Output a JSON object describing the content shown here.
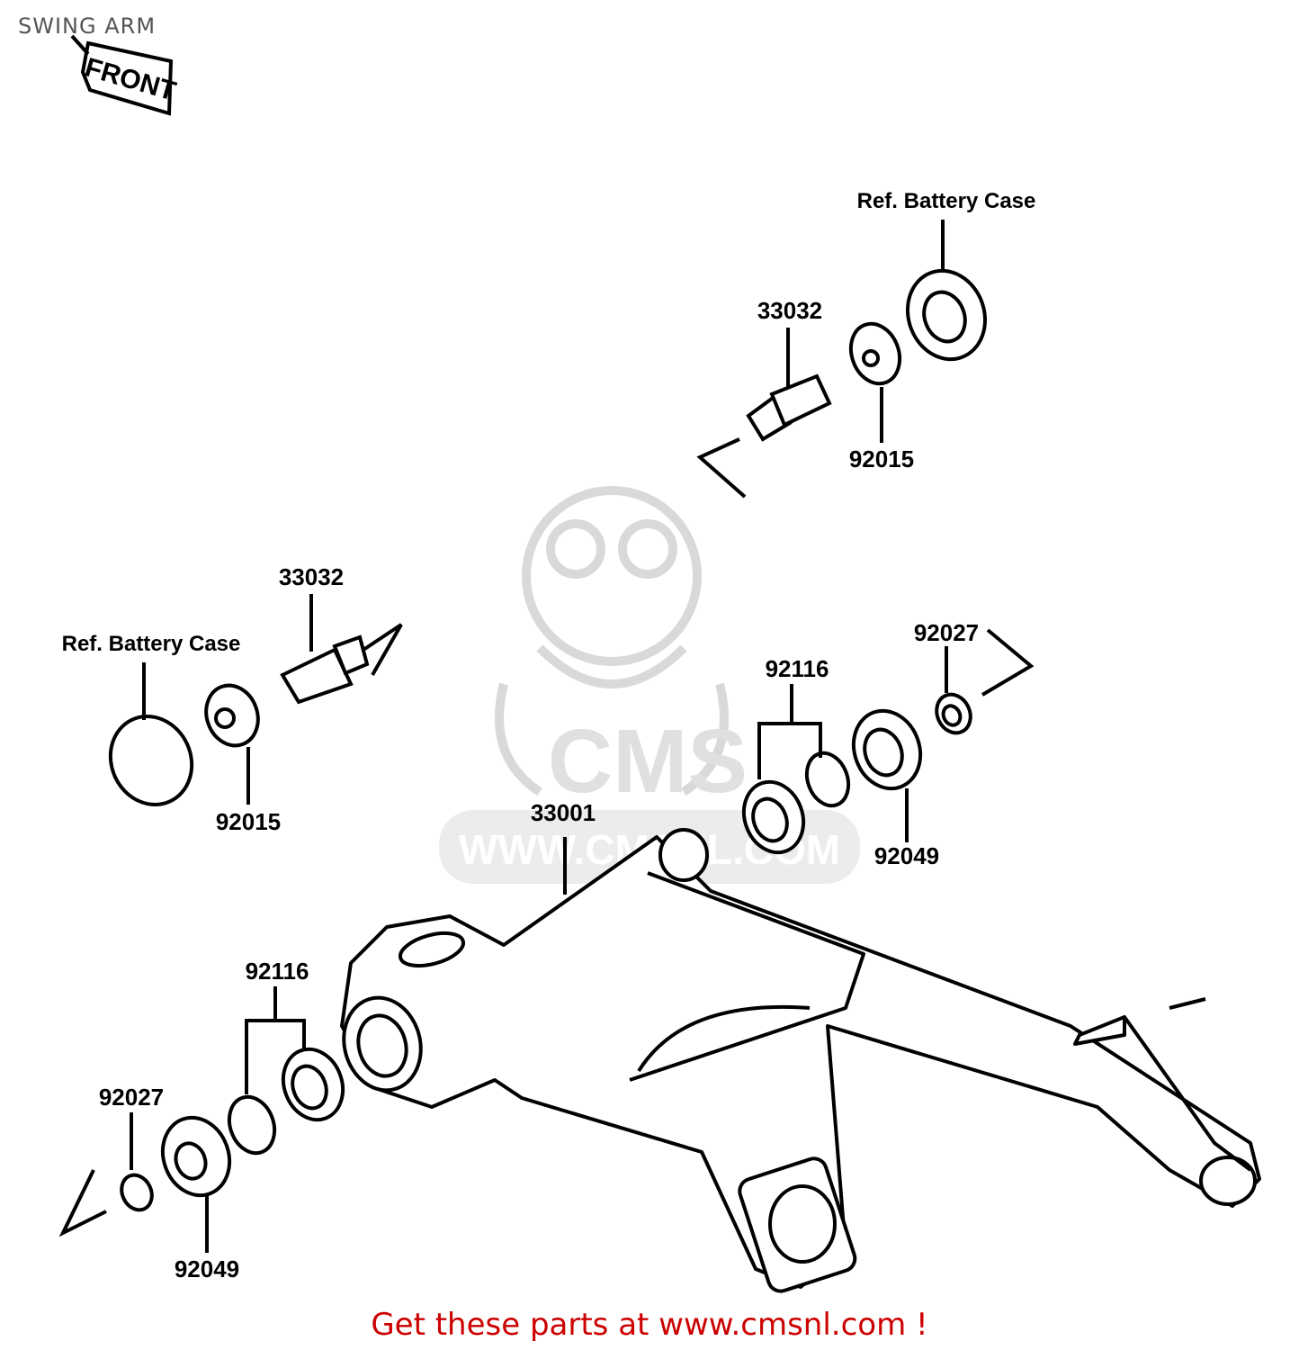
{
  "page": {
    "title": "SWING ARM",
    "front_arrow_label": "FRONT",
    "footer": "Get these parts at www.cmsnl.com !"
  },
  "watermark": {
    "logo_text": "CMS",
    "url": "WWW.CMSNL.COM"
  },
  "callouts": {
    "ref_battery_case_right": "Ref. Battery Case",
    "ref_battery_case_left": "Ref. Battery Case",
    "part_33032_right": "33032",
    "part_33032_left": "33032",
    "part_92015_right": "92015",
    "part_92015_left": "92015",
    "part_92027_right": "92027",
    "part_92027_left": "92027",
    "part_92116_right": "92116",
    "part_92116_left": "92116",
    "part_92049_right": "92049",
    "part_92049_left": "92049",
    "part_33001": "33001"
  },
  "colors": {
    "line": "#000000",
    "footer": "#cc0000",
    "watermark": "#d9d9d9"
  }
}
